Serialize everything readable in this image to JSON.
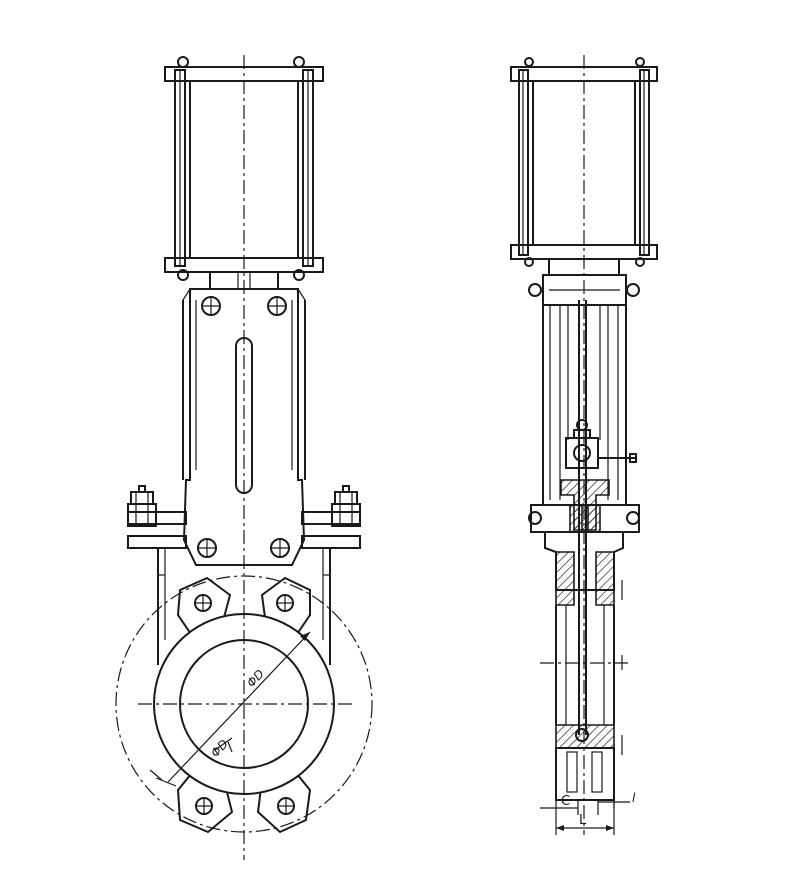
{
  "labels": {
    "dn_outer": "ΦD",
    "dn_inner": "ΦD",
    "dim_c": "C",
    "dim_l": "L",
    "dim_l_small": "l"
  }
}
